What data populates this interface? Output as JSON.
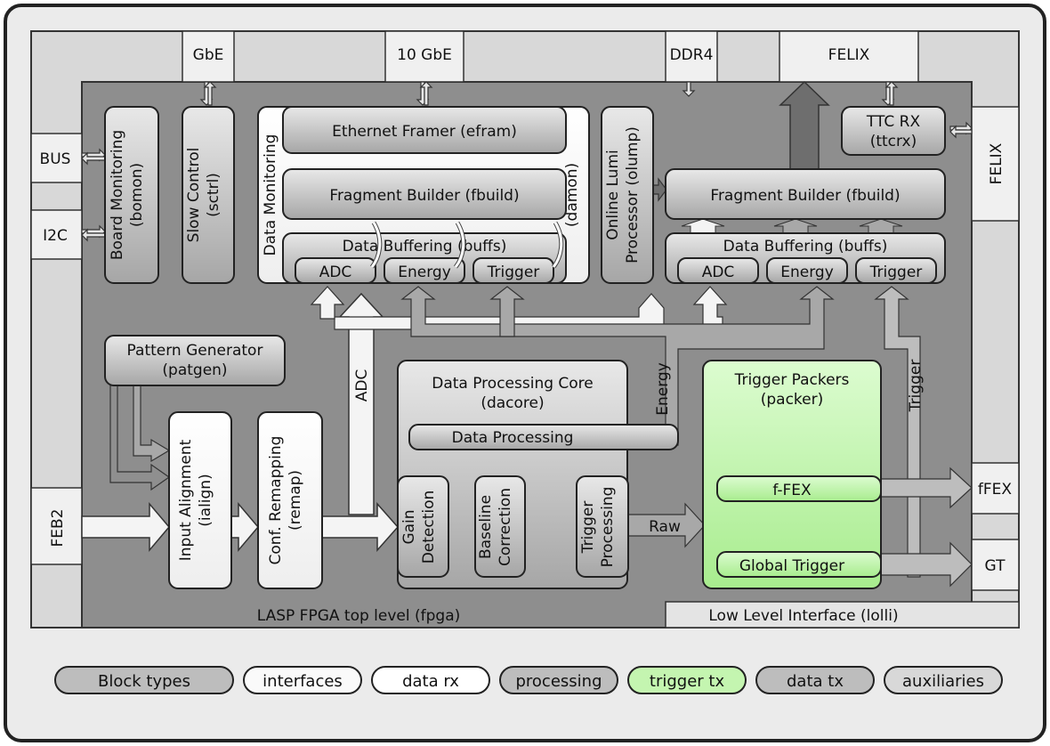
{
  "colors": {
    "outer_bg": "#ebebeb",
    "frame_bg": "#d8d8d8",
    "fpga_bg": "#8e8e8e",
    "block_grey": "#bdbdbd",
    "block_white": "#fafafa",
    "trigger_green": "#c4f5b0",
    "arrow_dark": "#6e6e6e",
    "arrow_mid": "#a8a8a8",
    "arrow_light": "#f4f4f4"
  },
  "ports": {
    "gbe": "GbE",
    "ten_gbe": "10 GbE",
    "ddr4": "DDR4",
    "felix_top": "FELIX",
    "felix_right": "FELIX",
    "bus": "BUS",
    "i2c": "I2C",
    "feb2": "FEB2",
    "ffex": "fFEX",
    "gt": "GT"
  },
  "blocks": {
    "bomon": "Board Monitoring\n(bomon)",
    "sctrl": "Slow Control\n(sctrl)",
    "damon_label": "Data Monitoring",
    "damon_tag": "(damon)",
    "efram": "Ethernet Framer (efram)",
    "fbuild_left": "Fragment Builder (fbuild)",
    "buffs_left": "Data Buffering (buffs)",
    "adc_left": "ADC",
    "energy_left": "Energy",
    "trigger_left": "Trigger",
    "olump": "Online Lumi\nProcessor (olump)",
    "fbuild_right": "Fragment Builder (fbuild)",
    "buffs_right": "Data Buffering (buffs)",
    "adc_right": "ADC",
    "energy_right": "Energy",
    "trigger_right": "Trigger",
    "ttcrx": "TTC RX\n(ttcrx)",
    "patgen": "Pattern Generator\n(patgen)",
    "ialign": "Input Alignment\n(ialign)",
    "remap": "Conf. Remapping\n(remap)",
    "dacore": "Data Processing Core\n(dacore)",
    "data_processing": "Data Processing",
    "gain": "Gain\nDetection",
    "baseline": "Baseline\nCorrection",
    "trigproc": "Trigger\nProcessing",
    "packer": "Trigger Packers\n(packer)",
    "f_fex": "f-FEX",
    "global_trigger": "Global Trigger",
    "fpga_label": "LASP FPGA top level (fpga)",
    "lolli": "Low Level Interface (lolli)"
  },
  "arrow_labels": {
    "adc": "ADC",
    "energy": "Energy",
    "trigger": "Trigger",
    "raw": "Raw"
  },
  "legend": [
    {
      "label": "Block types",
      "color": "#bdbdbd"
    },
    {
      "label": "interfaces",
      "color": "#fafafa"
    },
    {
      "label": "data rx",
      "color": "#ffffff"
    },
    {
      "label": "processing",
      "color": "#bdbdbd"
    },
    {
      "label": "trigger tx",
      "color": "#c4f5b0"
    },
    {
      "label": "data tx",
      "color": "#bdbdbd"
    },
    {
      "label": "auxiliaries",
      "color": "#d8d8d8"
    }
  ]
}
